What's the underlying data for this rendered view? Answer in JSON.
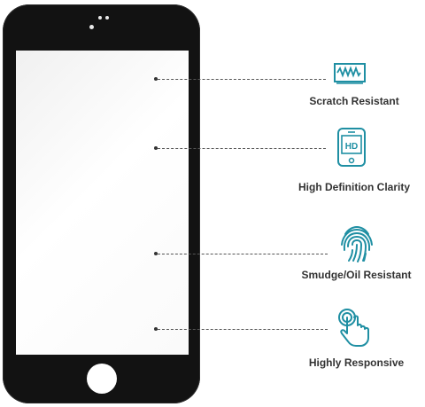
{
  "features": [
    {
      "label": "Scratch Resistant",
      "icon": "scratch-resistant-icon"
    },
    {
      "label": "High Definition Clarity",
      "icon": "hd-screen-icon",
      "icon_text": "HD"
    },
    {
      "label": "Smudge/Oil Resistant",
      "icon": "fingerprint-icon"
    },
    {
      "label": "Highly Responsive",
      "icon": "touch-hand-icon"
    }
  ],
  "colors": {
    "accent": "#1f8fa3",
    "phone_frame": "#121212",
    "label_text": "#333333"
  }
}
